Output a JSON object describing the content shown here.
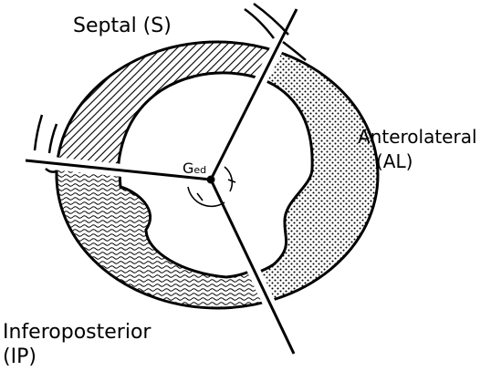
{
  "labels": {
    "septal": "Septal (S)",
    "anterolateral": "Anterolateral",
    "anterolateral_abbr": "(AL)",
    "inferoposterior": "Inferoposterior",
    "inferoposterior_abbr": "(IP)",
    "center_main": "G",
    "center_sub": "ed"
  },
  "colors": {
    "ink": "#000000",
    "background": "#ffffff"
  }
}
